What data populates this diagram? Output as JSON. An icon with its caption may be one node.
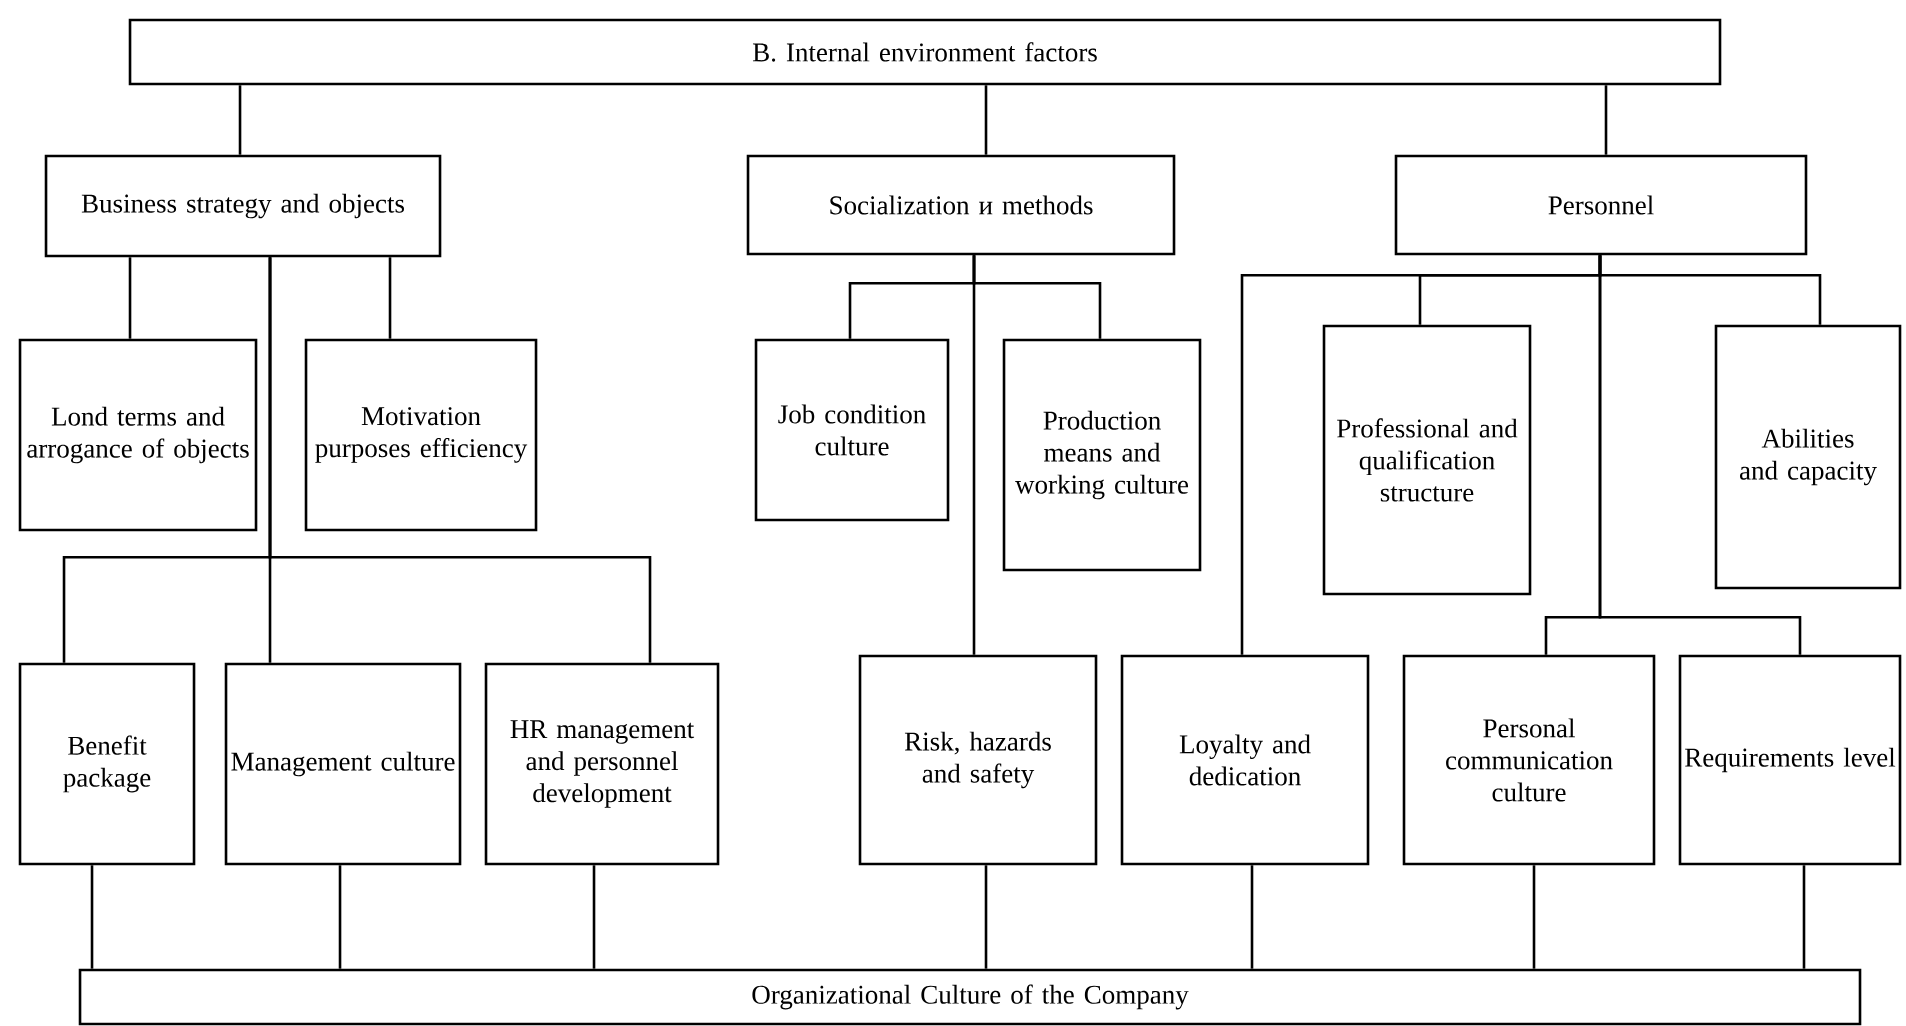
{
  "diagram": {
    "nodes": [
      {
        "text": [
          "B. Internal environment factors"
        ]
      },
      {
        "text": [
          "Business strategy and objects"
        ]
      },
      {
        "text": [
          "Socialization и methods"
        ]
      },
      {
        "text": [
          "Personnel"
        ]
      },
      {
        "text": [
          "Lond terms and arrogance of objects"
        ]
      },
      {
        "text": [
          "Motivation purposes efficiency"
        ]
      },
      {
        "text": [
          "Job condition culture"
        ]
      },
      {
        "text": [
          "Production means and working culture"
        ]
      },
      {
        "text": [
          "Professional and qualification structure"
        ]
      },
      {
        "text": [
          "Abilities and capacity"
        ]
      },
      {
        "text": [
          "Benefit package"
        ]
      },
      {
        "text": [
          "Management culture"
        ]
      },
      {
        "text": [
          "HR management and personnel development"
        ]
      },
      {
        "text": [
          "Risk, hazards and safety"
        ]
      },
      {
        "text": [
          "Loyalty and dedication"
        ]
      },
      {
        "text": [
          "Personal communication culture"
        ]
      },
      {
        "text": [
          "Requirements level"
        ]
      },
      {
        "text": [
          "Organizational Culture of the Company"
        ]
      }
    ],
    "edges": [
      {
        "from": 0,
        "to": 1,
        "arrow": "none"
      },
      {
        "from": 0,
        "to": 2,
        "arrow": "none"
      },
      {
        "from": 0,
        "to": 3,
        "arrow": "none"
      },
      {
        "from": 1,
        "to": 4,
        "arrow": "none"
      },
      {
        "from": 1,
        "to": 5,
        "arrow": "none"
      },
      {
        "from": 1,
        "to": 10,
        "arrow": "none"
      },
      {
        "from": 1,
        "to": 11,
        "arrow": "none"
      },
      {
        "from": 1,
        "to": 12,
        "arrow": "none"
      },
      {
        "from": 2,
        "to": 6,
        "arrow": "none"
      },
      {
        "from": 2,
        "to": 7,
        "arrow": "none"
      },
      {
        "from": 2,
        "to": 13,
        "arrow": "none"
      },
      {
        "from": 3,
        "to": 8,
        "arrow": "none"
      },
      {
        "from": 3,
        "to": 9,
        "arrow": "none"
      },
      {
        "from": 3,
        "to": 14,
        "arrow": "none"
      },
      {
        "from": 3,
        "to": 15,
        "arrow": "none"
      },
      {
        "from": 3,
        "to": 16,
        "arrow": "none"
      },
      {
        "from": 10,
        "to": 17,
        "arrow": "none"
      },
      {
        "from": 11,
        "to": 17,
        "arrow": "none"
      },
      {
        "from": 12,
        "to": 17,
        "arrow": "none"
      },
      {
        "from": 13,
        "to": 17,
        "arrow": "none"
      },
      {
        "from": 14,
        "to": 17,
        "arrow": "none"
      },
      {
        "from": 15,
        "to": 17,
        "arrow": "none"
      },
      {
        "from": 16,
        "to": 17,
        "arrow": "none"
      }
    ]
  }
}
